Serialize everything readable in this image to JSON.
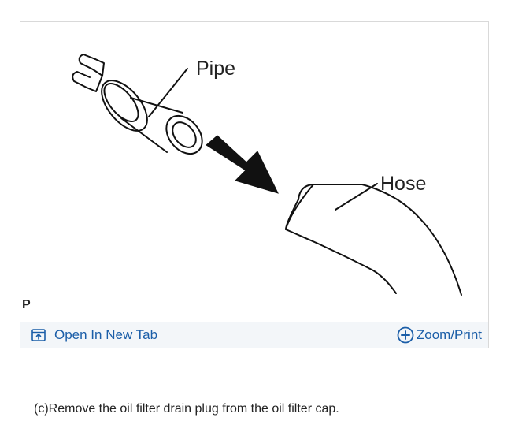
{
  "figure": {
    "labels": {
      "pipe": "Pipe",
      "hose": "Hose",
      "corner_mark": "P"
    }
  },
  "toolbar": {
    "open_new_tab_label": "Open In New Tab",
    "open_new_tab_icon": "open-in-new-tab-icon",
    "zoom_print_label": "Zoom/Print",
    "zoom_print_icon": "zoom-plus-icon",
    "link_color": "#1b5ea8",
    "background_color": "#f3f6f9"
  },
  "instruction": {
    "text": "(c)Remove the oil filter drain plug from the oil filter cap."
  }
}
